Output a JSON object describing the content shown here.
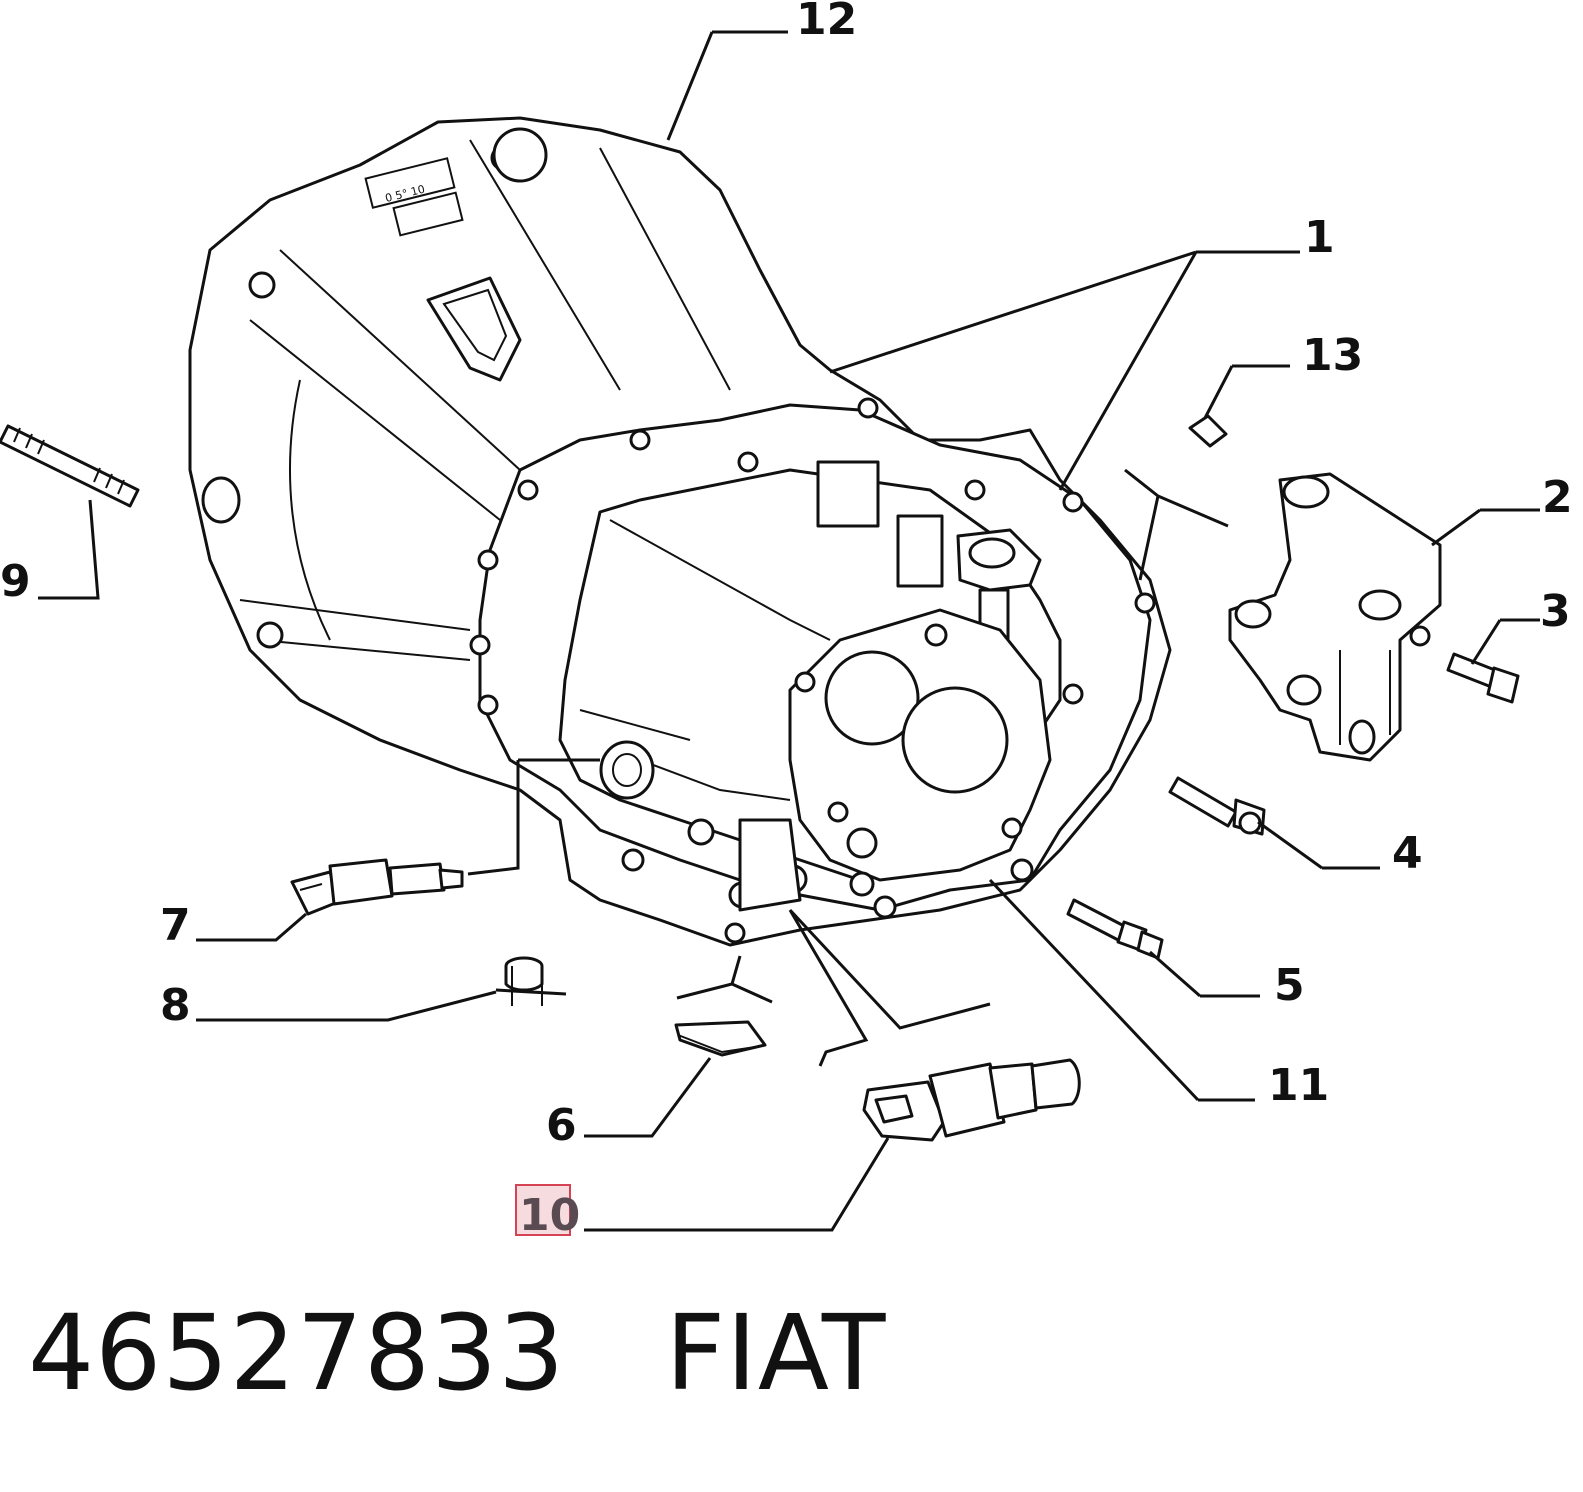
{
  "diagram": {
    "callouts": {
      "c1": "1",
      "c2": "2",
      "c3": "3",
      "c4": "4",
      "c5": "5",
      "c6": "6",
      "c7": "7",
      "c8": "8",
      "c9": "9",
      "c10": "10",
      "c11": "11",
      "c12": "12",
      "c13": "13"
    },
    "highlighted_callout": "10",
    "housing_scale_marks": "0 5° 10",
    "highlight_color": "#d64454"
  },
  "footer": {
    "part_number": "46527833",
    "brand": "FIAT"
  }
}
